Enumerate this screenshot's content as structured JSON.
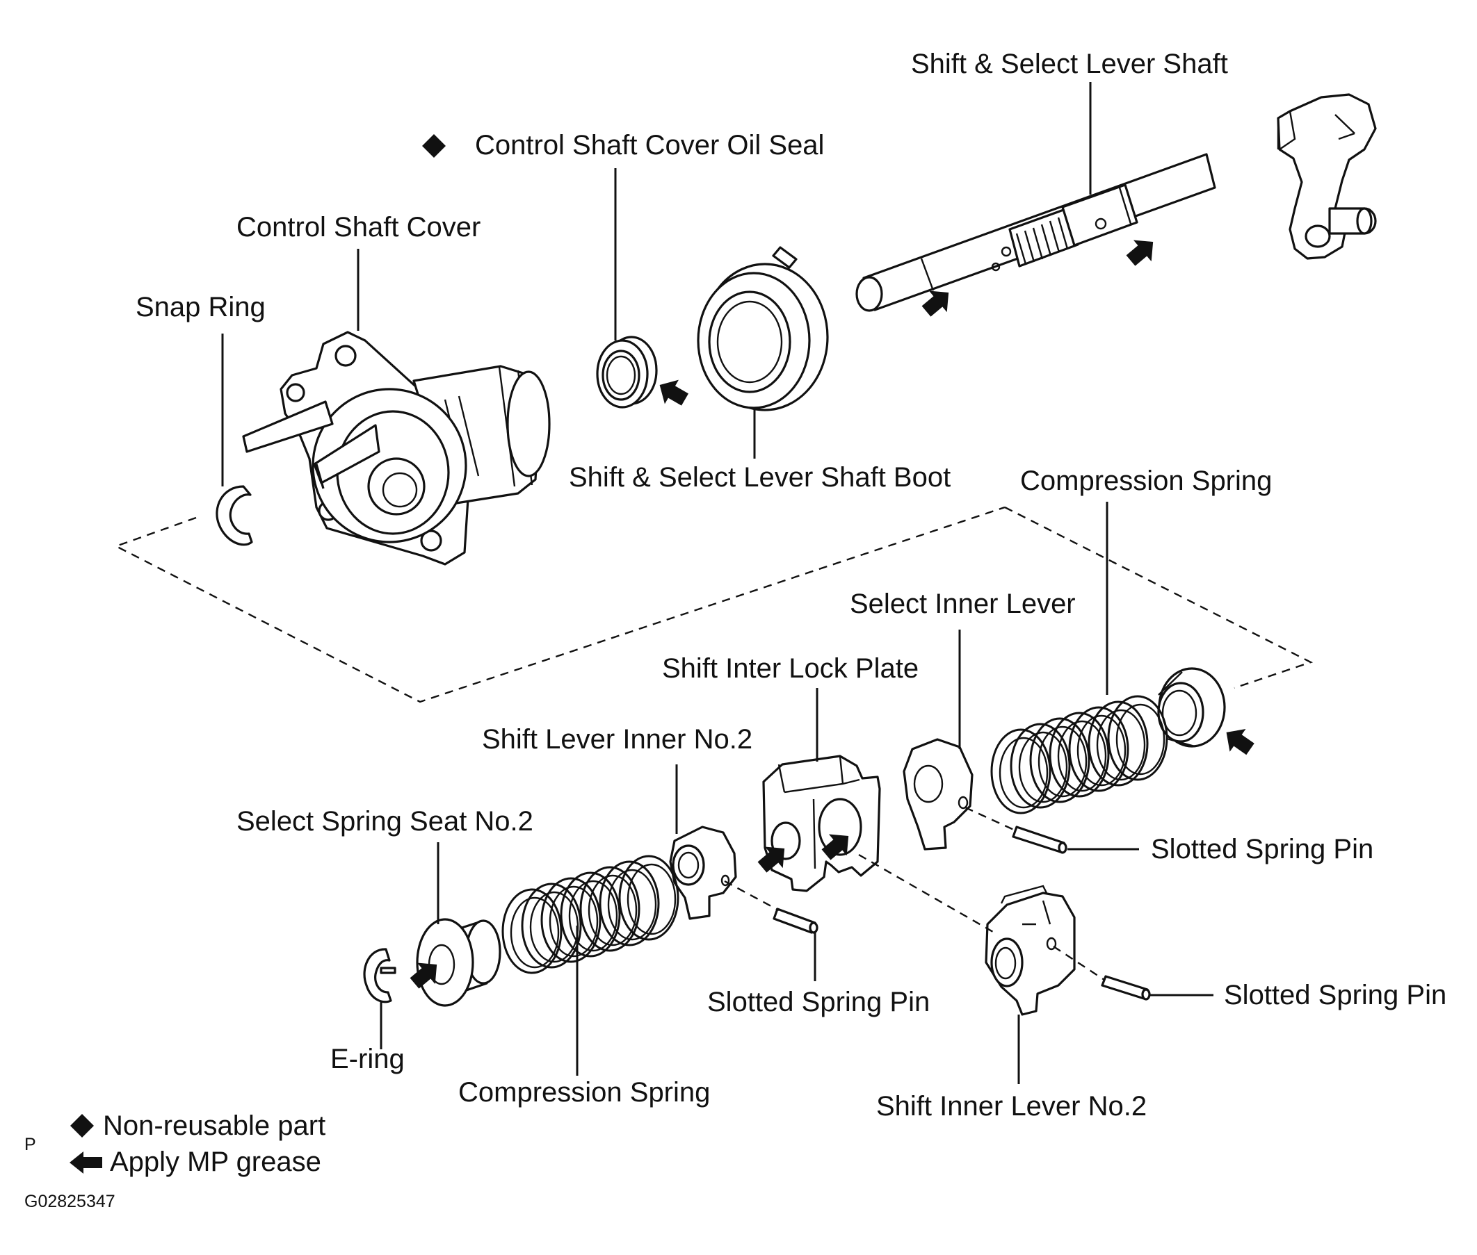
{
  "labels": {
    "shift_select_lever_shaft": "Shift & Select Lever Shaft",
    "control_shaft_cover_oil_seal": "Control Shaft Cover Oil Seal",
    "control_shaft_cover": "Control Shaft Cover",
    "snap_ring": "Snap Ring",
    "shift_select_lever_shaft_boot": "Shift & Select Lever Shaft Boot",
    "compression_spring_upper": "Compression Spring",
    "select_inner_lever": "Select Inner Lever",
    "shift_inter_lock_plate": "Shift Inter Lock Plate",
    "shift_lever_inner_no2": "Shift Lever Inner No.2",
    "select_spring_seat_no2": "Select Spring Seat No.2",
    "slotted_spring_pin_right_upper": "Slotted Spring Pin",
    "slotted_spring_pin_middle": "Slotted Spring Pin",
    "slotted_spring_pin_right_lower": "Slotted Spring Pin",
    "e_ring": "E-ring",
    "compression_spring_lower": "Compression Spring",
    "shift_inner_lever_no2": "Shift Inner Lever No.2"
  },
  "legend": {
    "non_reusable": "Non-reusable part",
    "apply_grease": "Apply MP grease",
    "p_mark": "P"
  },
  "figure_code": "G02825347",
  "icons": {
    "non_reusable_marker": "diamond-icon",
    "grease_marker": "arrow-icon"
  }
}
